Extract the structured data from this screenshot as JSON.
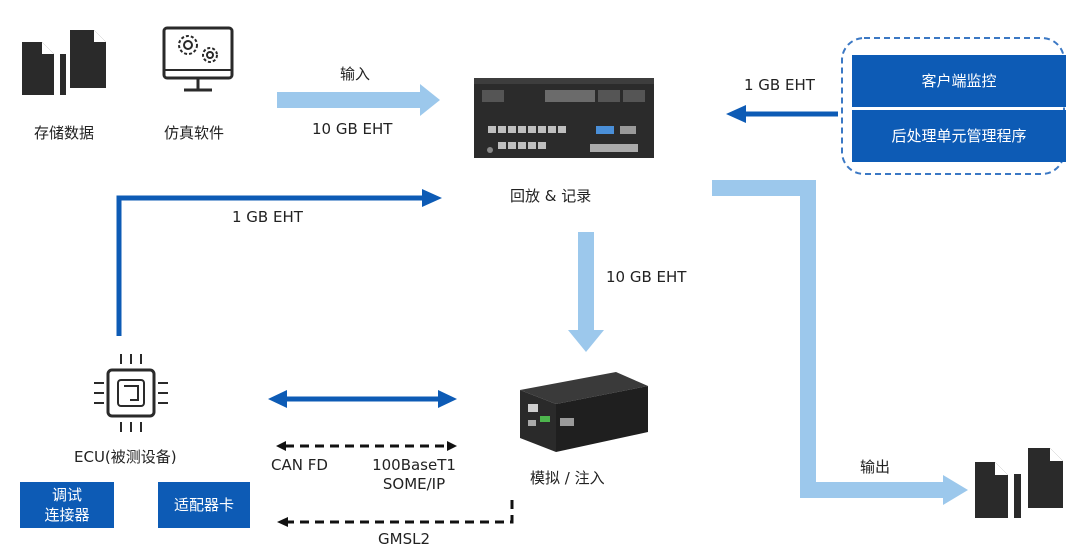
{
  "colors": {
    "dark_blue": "#0d5bb5",
    "light_blue": "#9cc8ec",
    "device_dark": "#2b2b2b",
    "text": "#222222"
  },
  "icons": {
    "storage_data": "document-stack-icon",
    "simulation_software": "monitor-gears-icon",
    "ecu": "chip-icon",
    "output_files": "document-stack-icon"
  },
  "nodes": {
    "storage_data": "存储数据",
    "simulation_software": "仿真软件",
    "playback_record": "回放 & 记录",
    "simulate_inject": "模拟 / 注入",
    "ecu": "ECU(被测设备)"
  },
  "client_group": {
    "client_monitor": "客户端监控",
    "post_processing": "后处理单元管理程序"
  },
  "buttons": {
    "debug_connector_line1": "调试",
    "debug_connector_line2": "连接器",
    "adapter_card": "适配器卡"
  },
  "edge_labels": {
    "input": "输入",
    "input_speed": "10 GB EHT",
    "client_link": "1 GB EHT",
    "ecu_link": "1 GB EHT",
    "down_link": "10 GB EHT",
    "output": "输出",
    "can_fd": "CAN FD",
    "base_t1_line1": "100BaseT1",
    "base_t1_line2": "SOME/IP",
    "gmsl2": "GMSL2"
  }
}
